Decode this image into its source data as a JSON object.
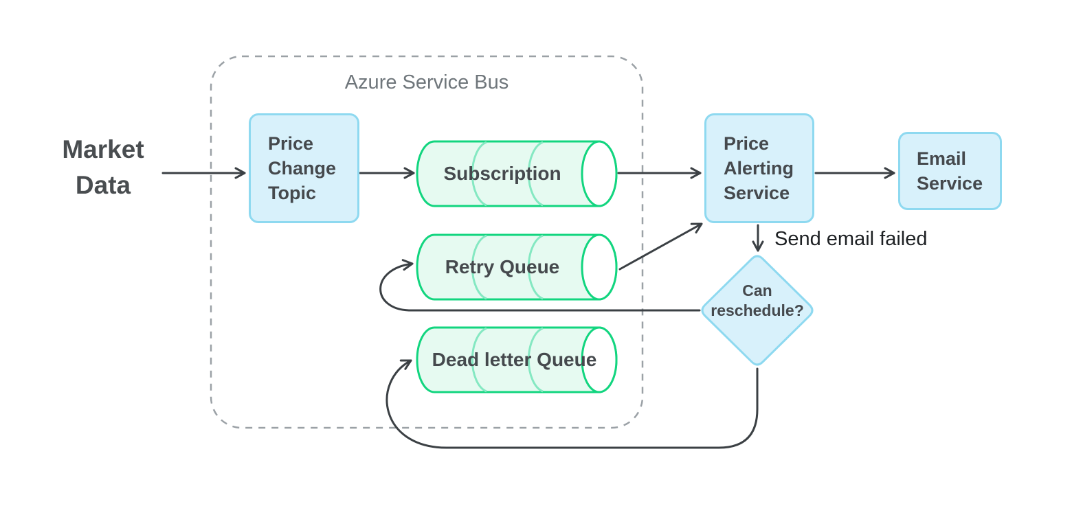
{
  "container": {
    "label": "Azure Service Bus"
  },
  "nodes": {
    "market_data": {
      "label": "Market Data",
      "type": "external-source"
    },
    "price_change_topic": {
      "label": "Price Change Topic",
      "type": "topic"
    },
    "subscription": {
      "label": "Subscription",
      "type": "queue-cylinder"
    },
    "retry_queue": {
      "label": "Retry Queue",
      "type": "queue-cylinder"
    },
    "dead_letter_queue": {
      "label": "Dead letter Queue",
      "type": "queue-cylinder"
    },
    "price_alerting_service": {
      "label": "Price Alerting Service",
      "type": "service"
    },
    "email_service": {
      "label": "Email Service",
      "type": "service"
    },
    "can_reschedule": {
      "label": "Can reschedule?",
      "type": "decision-diamond"
    }
  },
  "edges": {
    "send_email_failed_label": "Send email failed"
  },
  "colors": {
    "service_fill": "#d8f1fb",
    "service_border": "#8ed9f0",
    "queue_fill": "#e6faf1",
    "queue_border": "#12d57f",
    "queue_inner_arc": "#85e8c2",
    "connector": "#3b4044",
    "text_dark": "#45494d",
    "text_muted": "#6f767b",
    "annotation_text": "#1d2023",
    "boundary_dash": "#9ba1a6",
    "background": "#ffffff"
  }
}
